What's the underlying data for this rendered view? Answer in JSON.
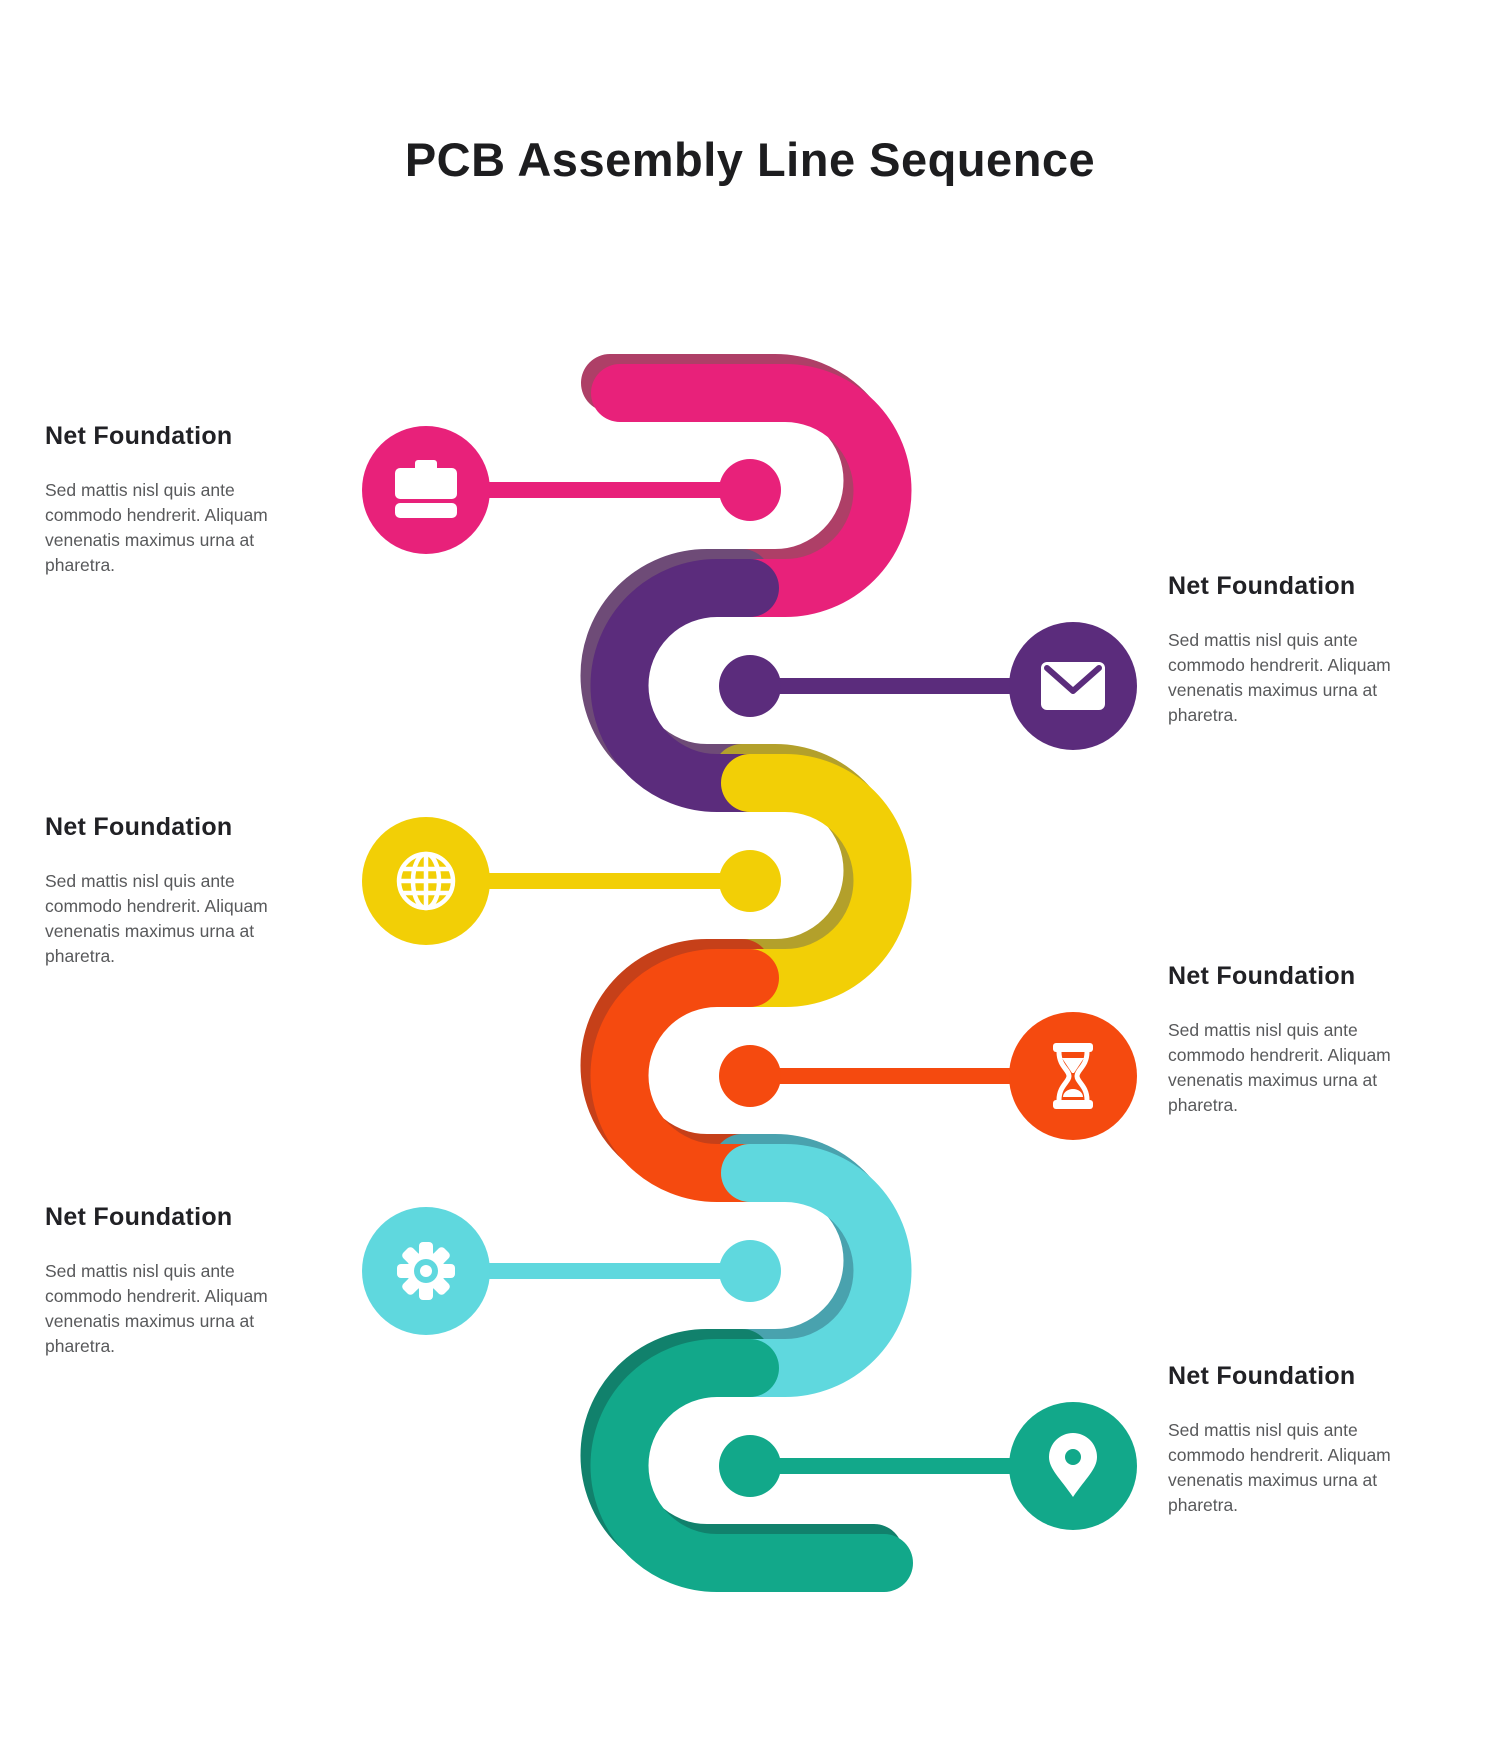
{
  "page": {
    "background": "#ffffff",
    "title": "PCB Assembly Line Sequence",
    "title_color": "#1d1d1f",
    "body_text_color": "#58595b"
  },
  "steps": [
    {
      "heading": "Net Foundation",
      "body": "Sed mattis nisl quis ante commodo hendrerit. Aliquam venenatis maximus urna at pharetra.",
      "side": "left",
      "icon": "briefcase-icon",
      "color": "#e8217a",
      "shadow_color": "#ae3f67"
    },
    {
      "heading": "Net Foundation",
      "body": "Sed mattis nisl quis ante commodo hendrerit. Aliquam venenatis maximus urna at pharetra.",
      "side": "right",
      "icon": "envelope-icon",
      "color": "#5b2c7c",
      "shadow_color": "#6e4b77"
    },
    {
      "heading": "Net Foundation",
      "body": "Sed mattis nisl quis ante commodo hendrerit. Aliquam venenatis maximus urna at pharetra.",
      "side": "left",
      "icon": "globe-icon",
      "color": "#f2cf06",
      "shadow_color": "#b3a02b"
    },
    {
      "heading": "Net Foundation",
      "body": "Sed mattis nisl quis ante commodo hendrerit. Aliquam venenatis maximus urna at pharetra.",
      "side": "right",
      "icon": "hourglass-icon",
      "color": "#f54a0f",
      "shadow_color": "#c64019"
    },
    {
      "heading": "Net Foundation",
      "body": "Sed mattis nisl quis ante commodo hendrerit. Aliquam venenatis maximus urna at pharetra.",
      "side": "left",
      "icon": "gear-icon",
      "color": "#5fd8de",
      "shadow_color": "#49a2ae"
    },
    {
      "heading": "Net Foundation",
      "body": "Sed mattis nisl quis ante commodo hendrerit. Aliquam venenatis maximus urna at pharetra.",
      "side": "right",
      "icon": "location-pin-icon",
      "color": "#12a88a",
      "shadow_color": "#11816c"
    }
  ]
}
